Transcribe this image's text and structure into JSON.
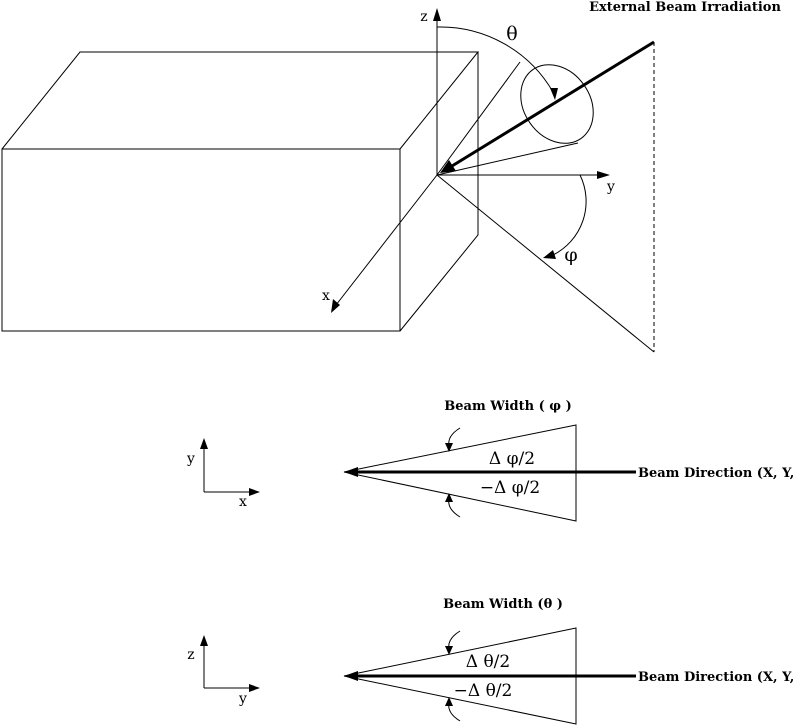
{
  "title": "External Beam Irradiation",
  "main_figure": {
    "axis_z": "z",
    "axis_y": "y",
    "axis_x": "x",
    "theta": "θ",
    "phi": "φ"
  },
  "phi_panel": {
    "title": "Beam Width ( φ )",
    "axis_vertical": "y",
    "axis_horizontal": "x",
    "upper_label": "Δ φ/2",
    "lower_label": "−Δ φ/2",
    "direction_label": "Beam Direction (X, Y, Z)"
  },
  "theta_panel": {
    "title": "Beam Width (θ )",
    "axis_vertical": "z",
    "axis_horizontal": "y",
    "upper_label": "Δ θ/2",
    "lower_label": "−Δ θ/2",
    "direction_label": "Beam Direction (X, Y, Z)"
  }
}
